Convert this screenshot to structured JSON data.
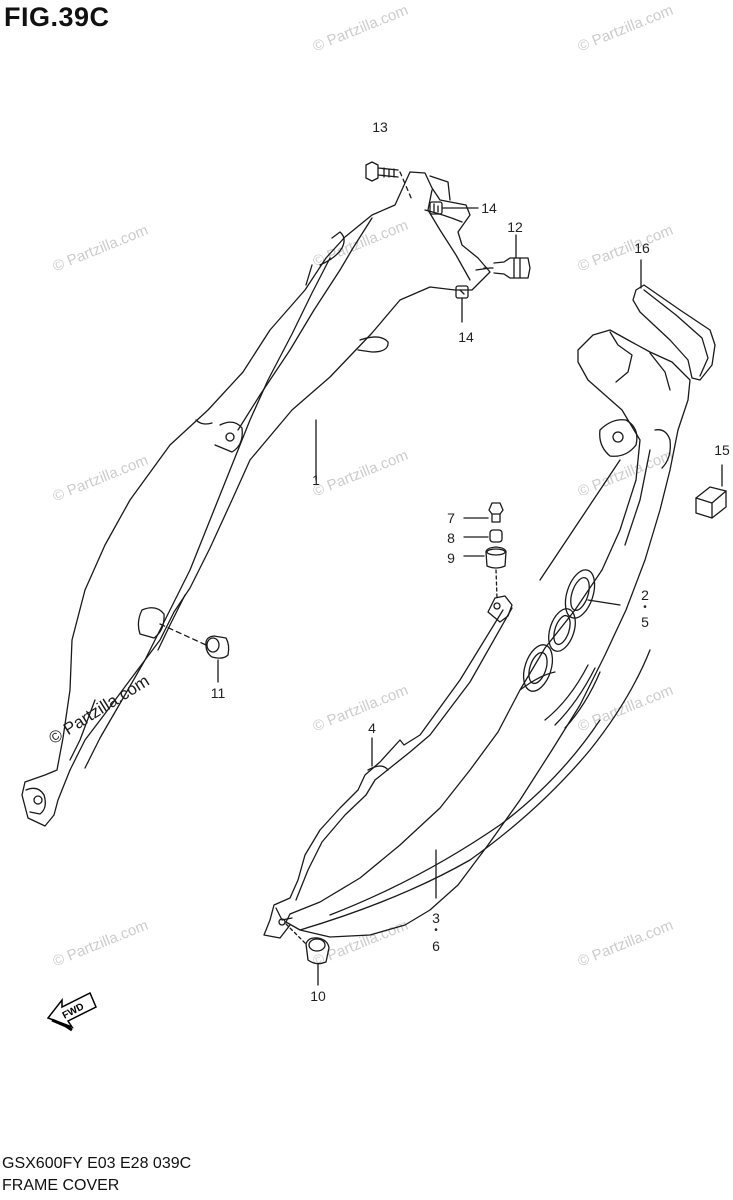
{
  "title": "FIG.39C",
  "watermark_text": "© Partzilla.com",
  "callouts": {
    "c1": "1",
    "c2": "2",
    "c3": "3",
    "c4": "4",
    "c5": "5",
    "c6": "6",
    "c7": "7",
    "c8": "8",
    "c9": "9",
    "c10": "10",
    "c11": "11",
    "c12": "12",
    "c13": "13",
    "c14a": "14",
    "c14b": "14",
    "c15": "15",
    "c16": "16"
  },
  "fwd_label": "FWD",
  "footer": {
    "model_line": "GSX600FY E03 E28  039C",
    "section_name": "FRAME COVER"
  },
  "colors": {
    "line": "#1a1a1a",
    "watermark": "#cccccc"
  }
}
